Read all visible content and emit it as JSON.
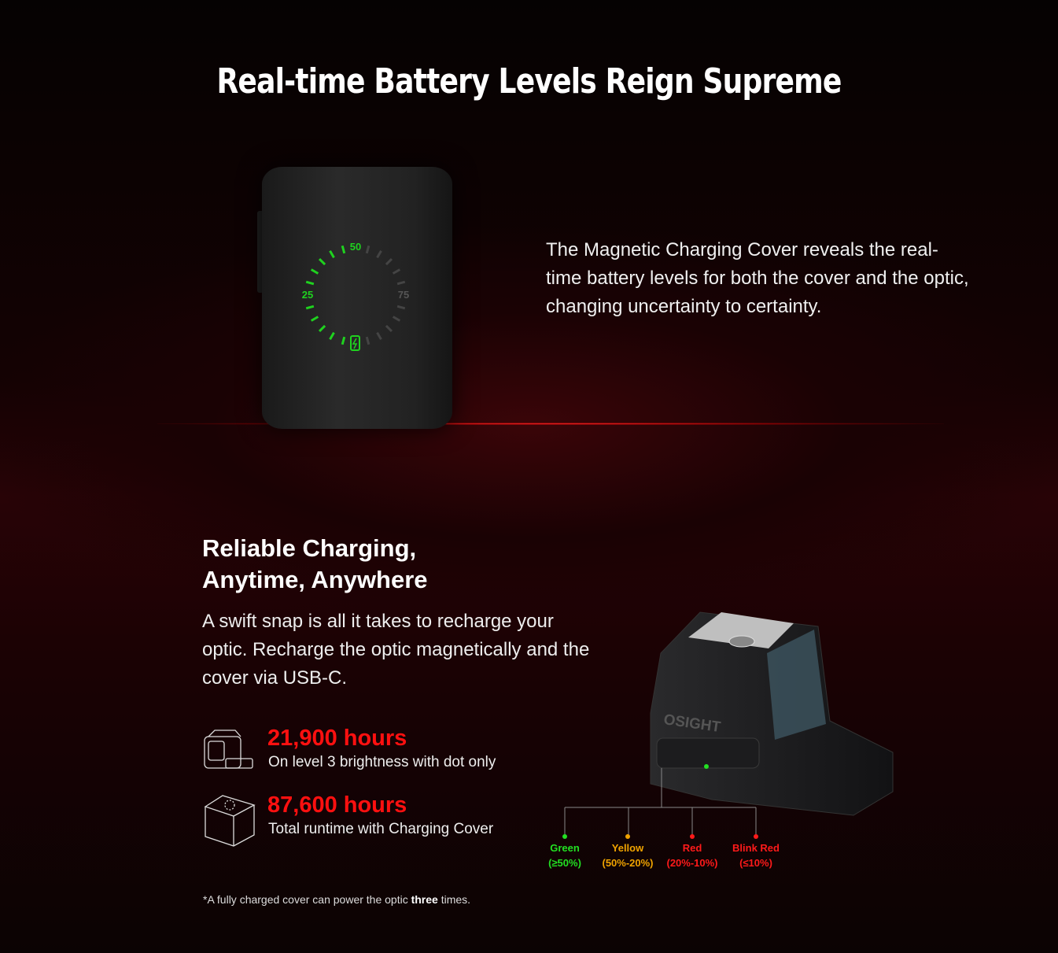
{
  "title": "Real-time Battery Levels Reign Supreme",
  "cover_dial": {
    "labels": [
      "50",
      "25",
      "75"
    ],
    "level_percent": 50,
    "accent": "#1fd21f"
  },
  "section1": {
    "description": "The Magnetic Charging Cover reveals the real-time battery levels for both the cover and the optic, changing uncertainty to certainty."
  },
  "section2": {
    "heading_line1": "Reliable Charging,",
    "heading_line2": "Anytime, Anywhere",
    "description": "A swift snap is all it takes to recharge your optic. Recharge the optic magnetically and the cover via USB-C.",
    "stats": [
      {
        "value": "21,900 hours",
        "label": "On level 3 brightness with dot only",
        "icon": "optic-outline-icon"
      },
      {
        "value": "87,600 hours",
        "label": "Total runtime with Charging Cover",
        "icon": "charging-cover-outline-icon"
      }
    ],
    "footnote_pre": "*A fully charged cover can power the optic ",
    "footnote_bold": "three",
    "footnote_post": " times."
  },
  "optic": {
    "brand": "OSIGHT"
  },
  "indicators": [
    {
      "name": "Green",
      "range": "(≥50%)",
      "color": "#22e022"
    },
    {
      "name": "Yellow",
      "range": "(50%-20%)",
      "color": "#f0a300"
    },
    {
      "name": "Red",
      "range": "(20%-10%)",
      "color": "#ff1a1a"
    },
    {
      "name": "Blink Red",
      "range": "(≤10%)",
      "color": "#ff1a1a"
    }
  ]
}
